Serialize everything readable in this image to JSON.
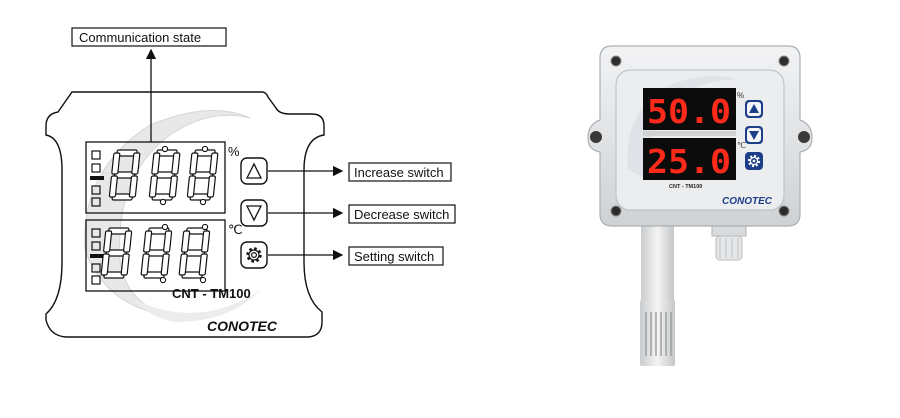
{
  "diagram": {
    "callouts": {
      "communication": "Communication state",
      "increase": "Increase switch",
      "decrease": "Decrease switch",
      "setting": "Setting switch"
    },
    "units": {
      "humidity": "%",
      "temperature": "℃"
    },
    "model": "CNT - TM100",
    "brand": "CONOTEC",
    "icons": [
      "up-arrow-icon",
      "down-arrow-icon",
      "gear-icon"
    ]
  },
  "photo": {
    "display": {
      "humidity": "50.0",
      "temperature": "25.0"
    },
    "units": {
      "humidity": "%",
      "temperature": "℃"
    },
    "model": "CNT - TM100",
    "brand": "CONOTEC",
    "colors": {
      "led": "#ff2a1a",
      "housing": "#e4e6e8",
      "panel": "#0b0b0b"
    }
  }
}
